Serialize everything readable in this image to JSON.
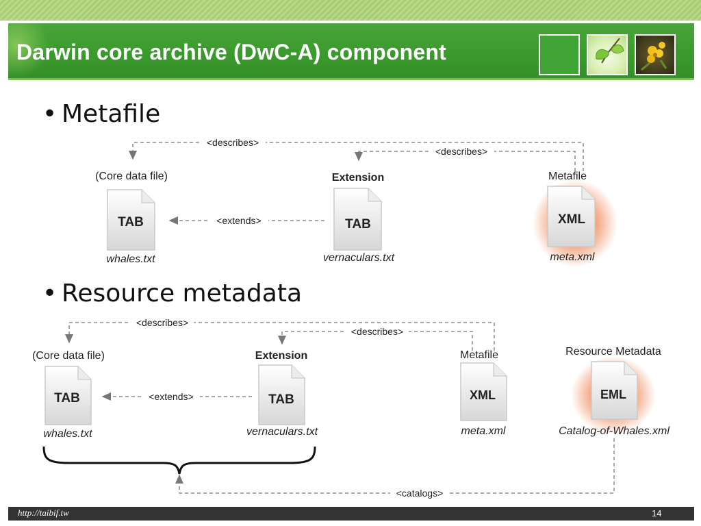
{
  "title": "Darwin core archive (DwC-A) component",
  "bullets": [
    "Metafile",
    "Resource metadata"
  ],
  "diagram1": {
    "describes_outer": "<describes>",
    "describes_inner": "<describes>",
    "extends": "<extends>",
    "core": {
      "label": "(Core data file)",
      "doc": "TAB",
      "file": "whales.txt"
    },
    "extension": {
      "label": "Extension",
      "doc": "TAB",
      "file": "vernaculars.txt"
    },
    "metafile": {
      "label": "Metafile",
      "doc": "XML",
      "file": "meta.xml"
    }
  },
  "diagram2": {
    "describes_outer": "<describes>",
    "describes_inner": "<describes>",
    "extends": "<extends>",
    "catalogs": "<catalogs>",
    "core": {
      "label": "(Core data file)",
      "doc": "TAB",
      "file": "whales.txt"
    },
    "extension": {
      "label": "Extension",
      "doc": "TAB",
      "file": "vernaculars.txt"
    },
    "metafile": {
      "label": "Metafile",
      "doc": "XML",
      "file": "meta.xml"
    },
    "resource": {
      "label": "Resource Metadata",
      "doc": "EML",
      "file": "Catalog-of-Whales.xml"
    }
  },
  "footer": {
    "url": "http://taibif.tw",
    "page": "14"
  },
  "colors": {
    "title_bar": "#3b9a2d",
    "highlight_glow": "#f08a5a",
    "footer": "#333333"
  }
}
